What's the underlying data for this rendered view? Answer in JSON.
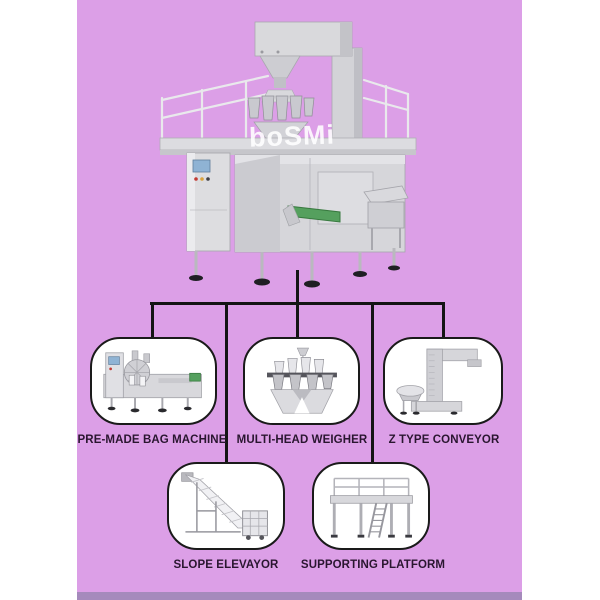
{
  "colors": {
    "page_background": "#FFFFFF",
    "panel_background": "#DC9FE7",
    "footer_strip": "#A58ABC",
    "connector_line": "#141414",
    "node_border": "#1A1A1A",
    "node_background": "#FFFFFF",
    "label_text": "#2A1630",
    "conveyor_green": "#55A05E"
  },
  "hero": {
    "watermark": "boSMi",
    "image": "combined-packaging-line-photo"
  },
  "diagram": {
    "nodes": [
      {
        "id": "pre-made-bag-machine",
        "label": "PRE-MADE BAG MACHINE",
        "row": 1,
        "image": "pre-made-bag-machine-photo"
      },
      {
        "id": "multi-head-weigher",
        "label": "MULTI-HEAD WEIGHER",
        "row": 1,
        "image": "multi-head-weigher-photo"
      },
      {
        "id": "z-type-conveyor",
        "label": "Z TYPE CONVEYOR",
        "row": 1,
        "image": "z-type-conveyor-photo"
      },
      {
        "id": "slope-elevayor",
        "label": "SLOPE ELEVAYOR",
        "row": 2,
        "image": "slope-elevator-photo"
      },
      {
        "id": "supporting-platform",
        "label": "SUPPORTING PLATFORM",
        "row": 2,
        "image": "supporting-platform-photo"
      }
    ]
  }
}
